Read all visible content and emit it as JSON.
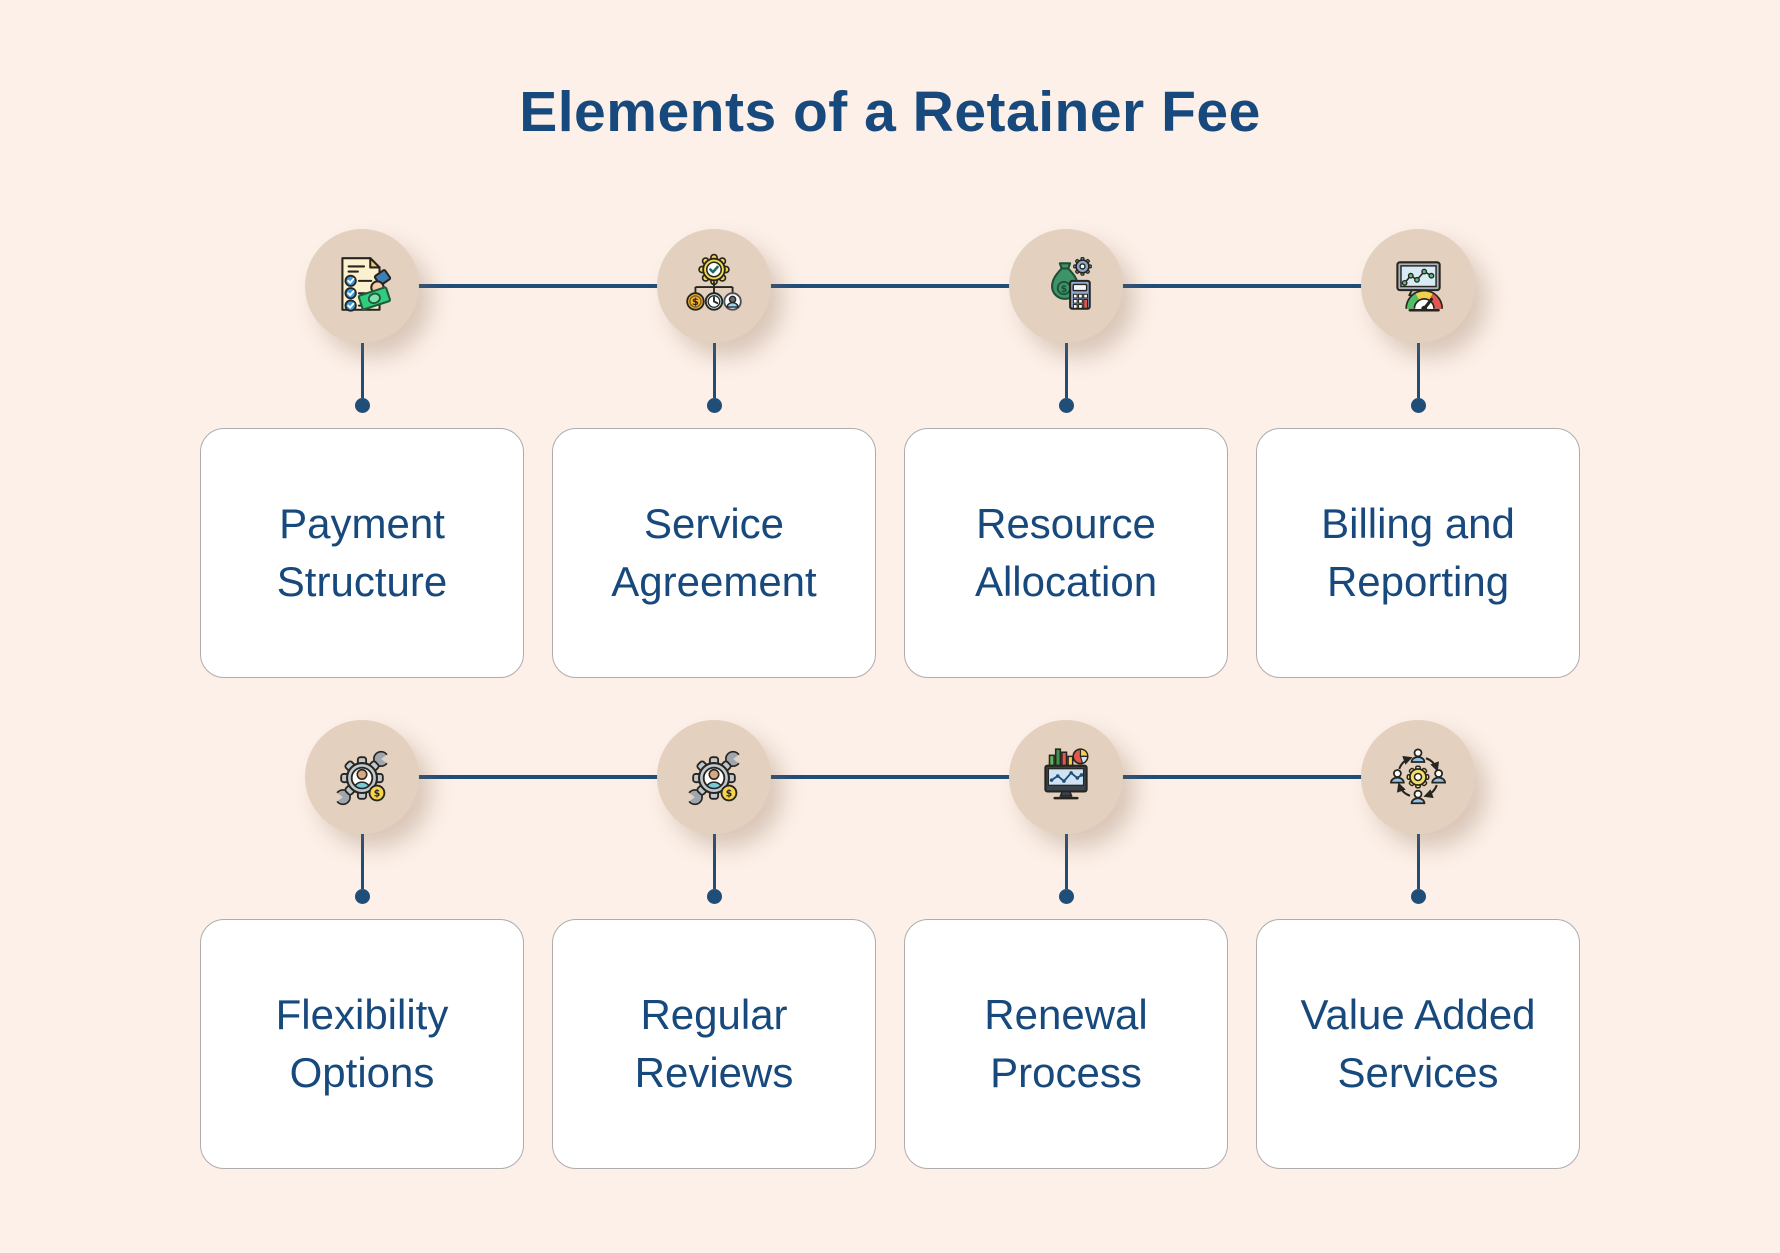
{
  "title": "Elements of a Retainer Fee",
  "theme": {
    "background": "#FCF0E8",
    "circle_fill": "#E3D0BE",
    "text_navy": "#17497D",
    "line_navy": "#1F4E79",
    "card_border": "#ADADAD",
    "card_background": "#FFFFFF"
  },
  "glyphs": {
    "dollar": "$"
  },
  "rows": [
    {
      "items": [
        {
          "label": "Payment Structure",
          "icon": "checklist-money-icon"
        },
        {
          "label": "Service Agreement",
          "icon": "agreement-badge-icon"
        },
        {
          "label": "Resource Allocation",
          "icon": "money-bag-calculator-icon"
        },
        {
          "label": "Billing and Reporting",
          "icon": "monitor-gauge-icon"
        }
      ]
    },
    {
      "items": [
        {
          "label": "Flexibility Options",
          "icon": "gear-person-wrench-coin-icon"
        },
        {
          "label": "Regular Reviews",
          "icon": "gear-person-wrench-coin-icon"
        },
        {
          "label": "Renewal Process",
          "icon": "monitor-charts-icon"
        },
        {
          "label": "Value Added Services",
          "icon": "people-cycle-gear-icon"
        }
      ]
    }
  ]
}
